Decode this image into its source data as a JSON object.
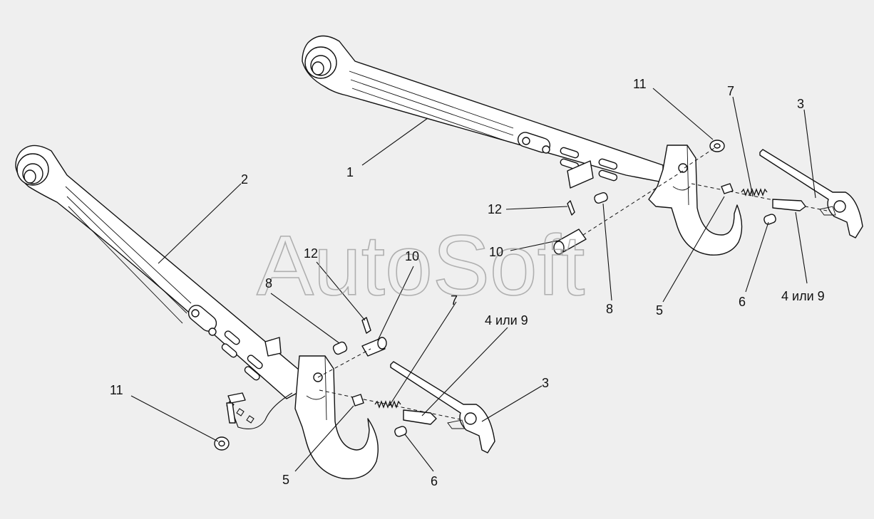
{
  "diagram": {
    "watermark": "AutoSoft",
    "labels": {
      "l1": "1",
      "l2": "2",
      "l3a": "3",
      "l3b": "3",
      "l4a": "4 или 9",
      "l4b": "4 или 9",
      "l5a": "5",
      "l5b": "5",
      "l6a": "6",
      "l6b": "6",
      "l7a": "7",
      "l7b": "7",
      "l8a": "8",
      "l8b": "8",
      "l10a": "10",
      "l10b": "10",
      "l11a": "11",
      "l11b": "11",
      "l12a": "12",
      "l12b": "12"
    }
  }
}
